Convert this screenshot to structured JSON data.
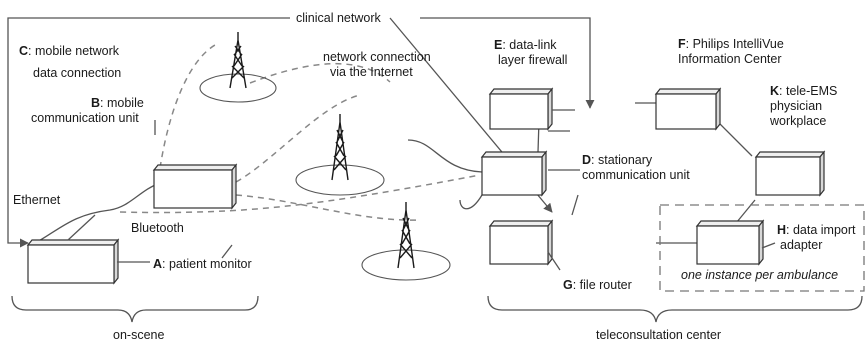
{
  "labels": {
    "clinical_network": "clinical network",
    "c_key": "C",
    "c_text_1": ": mobile network",
    "c_text_2": "data connection",
    "network_internet_1": "network connection",
    "network_internet_2": "via the Internet",
    "e_key": "E",
    "e_text_1": ": data-link",
    "e_text_2": "layer firewall",
    "f_key": "F",
    "f_text_1": ": Philips IntelliVue",
    "f_text_2": "Information Center",
    "k_key": "K",
    "k_text_1": ": tele-EMS",
    "k_text_2": "physician",
    "k_text_3": "workplace",
    "b_key": "B",
    "b_text_1": ": mobile",
    "b_text_2": "communication unit",
    "d_key": "D",
    "d_text_1": ": stationary",
    "d_text_2": "communication unit",
    "ethernet": "Ethernet",
    "bluetooth": "Bluetooth",
    "h_key": "H",
    "h_text_1": ": data import",
    "h_text_2": "adapter",
    "one_instance": "one instance per ambulance",
    "a_key": "A",
    "a_text": ": patient monitor",
    "g_key": "G",
    "g_text": ": file router",
    "on_scene": "on-scene",
    "teleconsultation_center": "teleconsultation center"
  }
}
